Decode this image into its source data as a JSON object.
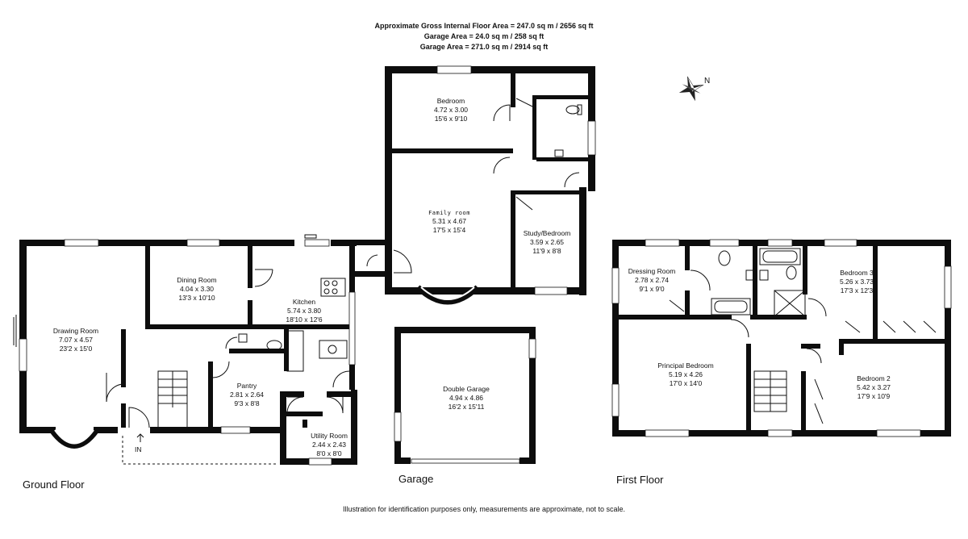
{
  "header": {
    "line1": "Approximate Gross Internal Floor Area  = 247.0 sq m  / 2656 sq ft",
    "line2": "Garage Area  = 24.0 sq m  / 258 sq ft",
    "line3": "Garage Area  = 271.0 sq m  / 2914 sq ft"
  },
  "compass": {
    "label": "N"
  },
  "floors": {
    "ground": "Ground Floor",
    "garage": "Garage",
    "first": "First Floor"
  },
  "entrance": {
    "label": "IN"
  },
  "rooms": {
    "bedroom_rear": {
      "name": "Bedroom",
      "metric": "4.72 x 3.00",
      "imperial": "15'6 x 9'10"
    },
    "family_room": {
      "name": "Family room",
      "metric": "5.31 x 4.67",
      "imperial": "17'5 x 15'4"
    },
    "study": {
      "name": "Study/Bedroom",
      "metric": "3.59 x 2.65",
      "imperial": "11'9 x 8'8"
    },
    "dining": {
      "name": "Dining Room",
      "metric": "4.04 x 3.30",
      "imperial": "13'3 x 10'10"
    },
    "kitchen": {
      "name": "Kitchen",
      "metric": "5.74 x 3.80",
      "imperial": "18'10 x 12'6"
    },
    "drawing": {
      "name": "Drawing Room",
      "metric": "7.07 x 4.57",
      "imperial": "23'2 x 15'0"
    },
    "pantry": {
      "name": "Pantry",
      "metric": "2.81 x 2.64",
      "imperial": "9'3 x 8'8"
    },
    "utility": {
      "name": "Utility Room",
      "metric": "2.44 x 2.43",
      "imperial": "8'0 x 8'0"
    },
    "garage": {
      "name": "Double Garage",
      "metric": "4.94 x 4.86",
      "imperial": "16'2 x 15'11"
    },
    "dressing": {
      "name": "Dressing Room",
      "metric": "2.78 x 2.74",
      "imperial": "9'1 x 9'0"
    },
    "bedroom3": {
      "name": "Bedroom 3",
      "metric": "5.26 x 3.73",
      "imperial": "17'3 x 12'3"
    },
    "principal": {
      "name": "Principal Bedroom",
      "metric": "5.19 x 4.26",
      "imperial": "17'0 x 14'0"
    },
    "bedroom2": {
      "name": "Bedroom 2",
      "metric": "5.42 x 3.27",
      "imperial": "17'9 x 10'9"
    }
  },
  "disclaimer": "Illustration for identification purposes only, measurements are approximate, not to scale."
}
